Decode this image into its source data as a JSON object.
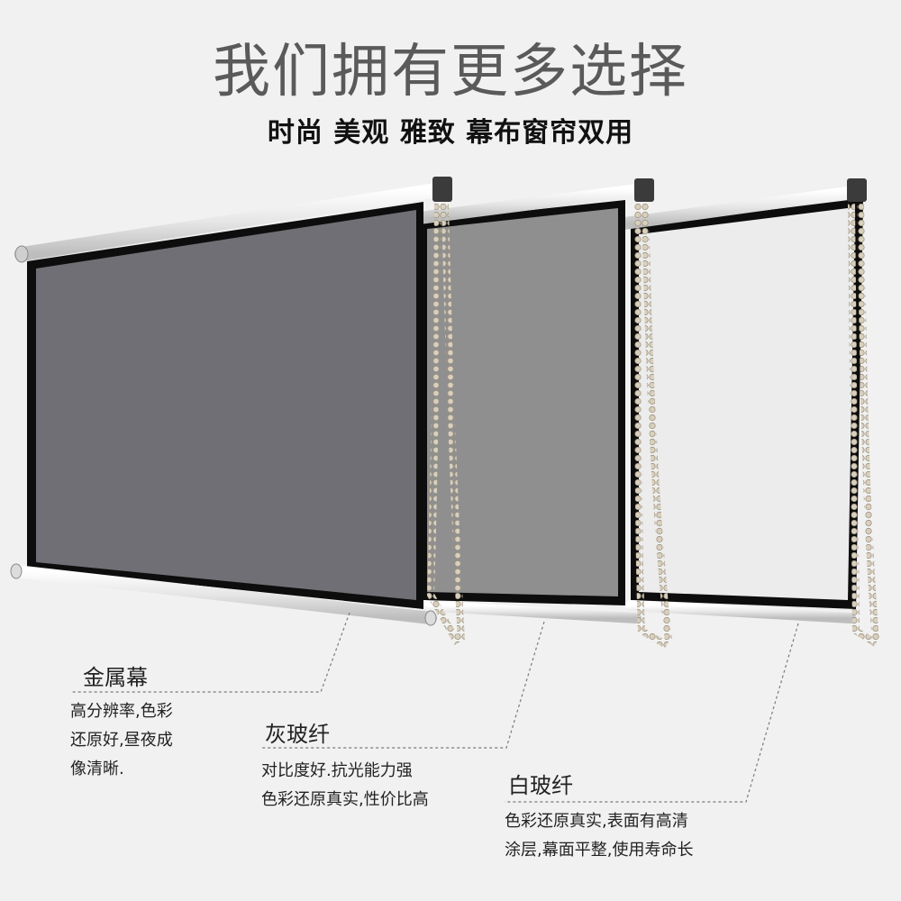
{
  "header": {
    "title": "我们拥有更多选择",
    "subtitle": "时尚 美观 雅致 幕布窗帘双用"
  },
  "products": [
    {
      "name": "金属幕",
      "desc_lines": [
        "高分辨率,色彩",
        "还原好,昼夜成",
        "像清晰."
      ],
      "screen_color": "#6f6f75"
    },
    {
      "name": "灰玻纤",
      "desc_lines": [
        "对比度好.抗光能力强",
        "色彩还原真实,性价比高"
      ],
      "screen_color": "#8f8f8f"
    },
    {
      "name": "白玻纤",
      "desc_lines": [
        "色彩还原真实,表面有高清",
        "涂层,幕面平整,使用寿命长"
      ],
      "screen_color": "#ececec"
    }
  ],
  "colors": {
    "frame": "#0e0e0e",
    "tube": "#e9e9e9",
    "chain": "#cfc4b0",
    "leader": "#7a7a7a"
  }
}
